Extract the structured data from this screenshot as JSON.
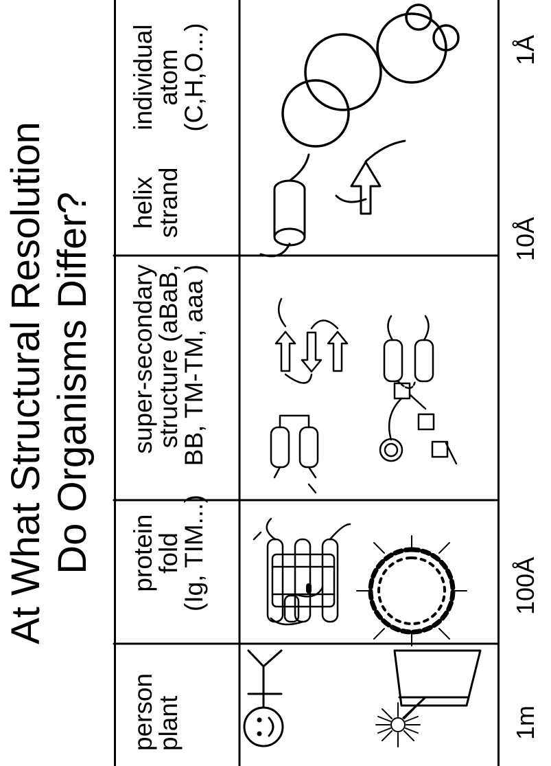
{
  "title": {
    "line1": "At What Structural Resolution",
    "line2": "Do Organisms Differ?"
  },
  "columns": [
    {
      "line1": "person",
      "line2": "plant",
      "line3": ""
    },
    {
      "line1": "protein",
      "line2": "fold",
      "line3": "(Ig, TIM...)"
    },
    {
      "line1": "super-secondary",
      "line2": "structure (aBaB,",
      "line3": "BB, TM-TM, aaa )"
    },
    {
      "line1": "helix",
      "line2": "strand",
      "line3": ""
    },
    {
      "line1": "individual",
      "line2": "atom",
      "line3": "(C,H,O...)"
    }
  ],
  "scale": [
    "1m",
    "100Å",
    "10Å",
    "1Å"
  ],
  "icons": [
    "smiley-person-icon",
    "flower-pot-icon",
    "helix-bundle-fold-icon",
    "beta-barrel-fold-icon",
    "helix-hairpin-icon",
    "beta-meander-icon",
    "cube-chain-icon",
    "tm-helix-pair-icon",
    "cylinder-helix-icon",
    "arrow-strand-icon",
    "atom-spheres-icon"
  ]
}
